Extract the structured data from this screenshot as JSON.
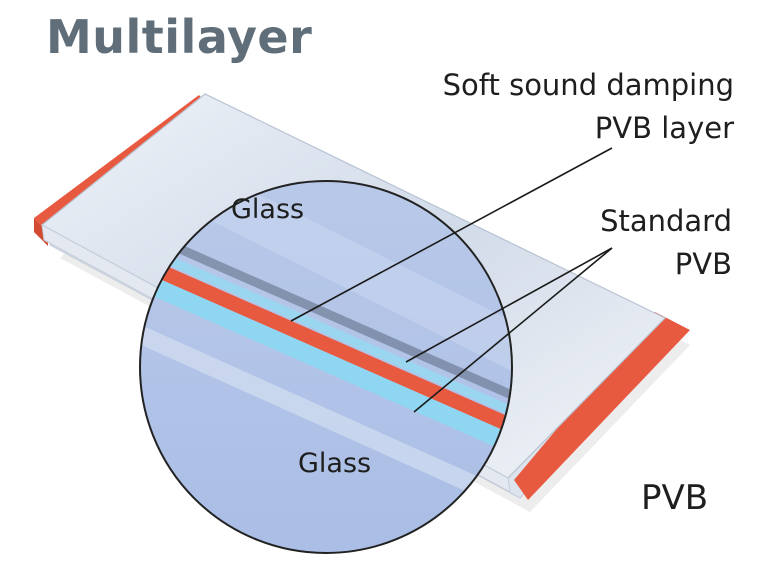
{
  "title": "Multilayer",
  "labels": {
    "soft_layer": [
      "Soft sound damping",
      "PVB layer"
    ],
    "standard_pvb": [
      "Standard",
      "PVB"
    ],
    "glass_top": "Glass",
    "glass_bottom": "Glass",
    "pvb": "PVB"
  },
  "colors": {
    "title": "#5f6e78",
    "pvb_standard": "#e85a40",
    "soft_layer": "#8fd6f2",
    "glass": "#c9d3e6",
    "leader_line": "#1a1a1a"
  }
}
